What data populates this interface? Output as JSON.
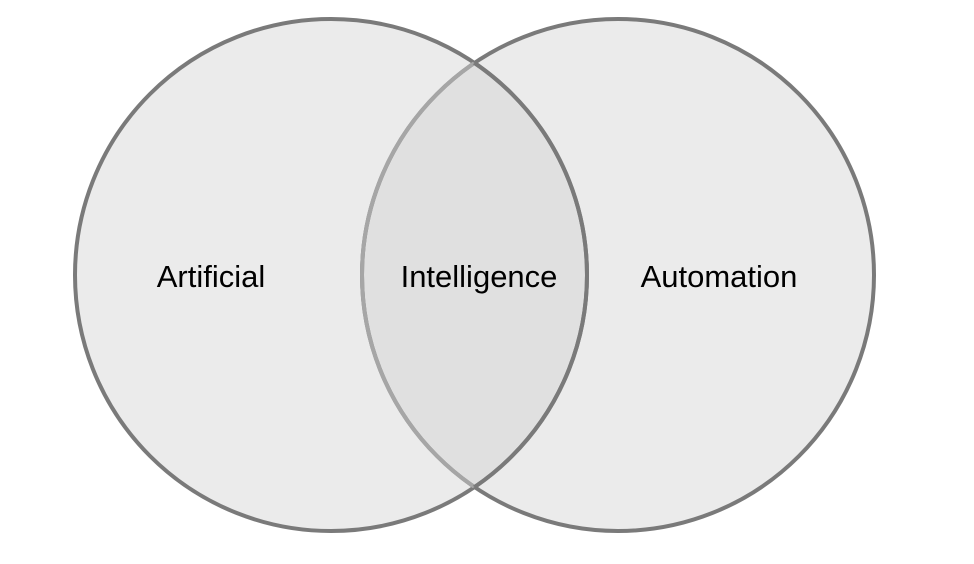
{
  "diagram": {
    "type": "venn",
    "sets": [
      {
        "id": "left",
        "label": "Artificial"
      },
      {
        "id": "right",
        "label": "Automation"
      }
    ],
    "intersection": {
      "sets": [
        "left",
        "right"
      ],
      "label": "Intelligence"
    },
    "colors": {
      "fill": "#ebebeb",
      "overlap_fill": "#e0e0e0",
      "stroke": "#7a7a7a",
      "inner_stroke": "#a6a6a6"
    }
  }
}
